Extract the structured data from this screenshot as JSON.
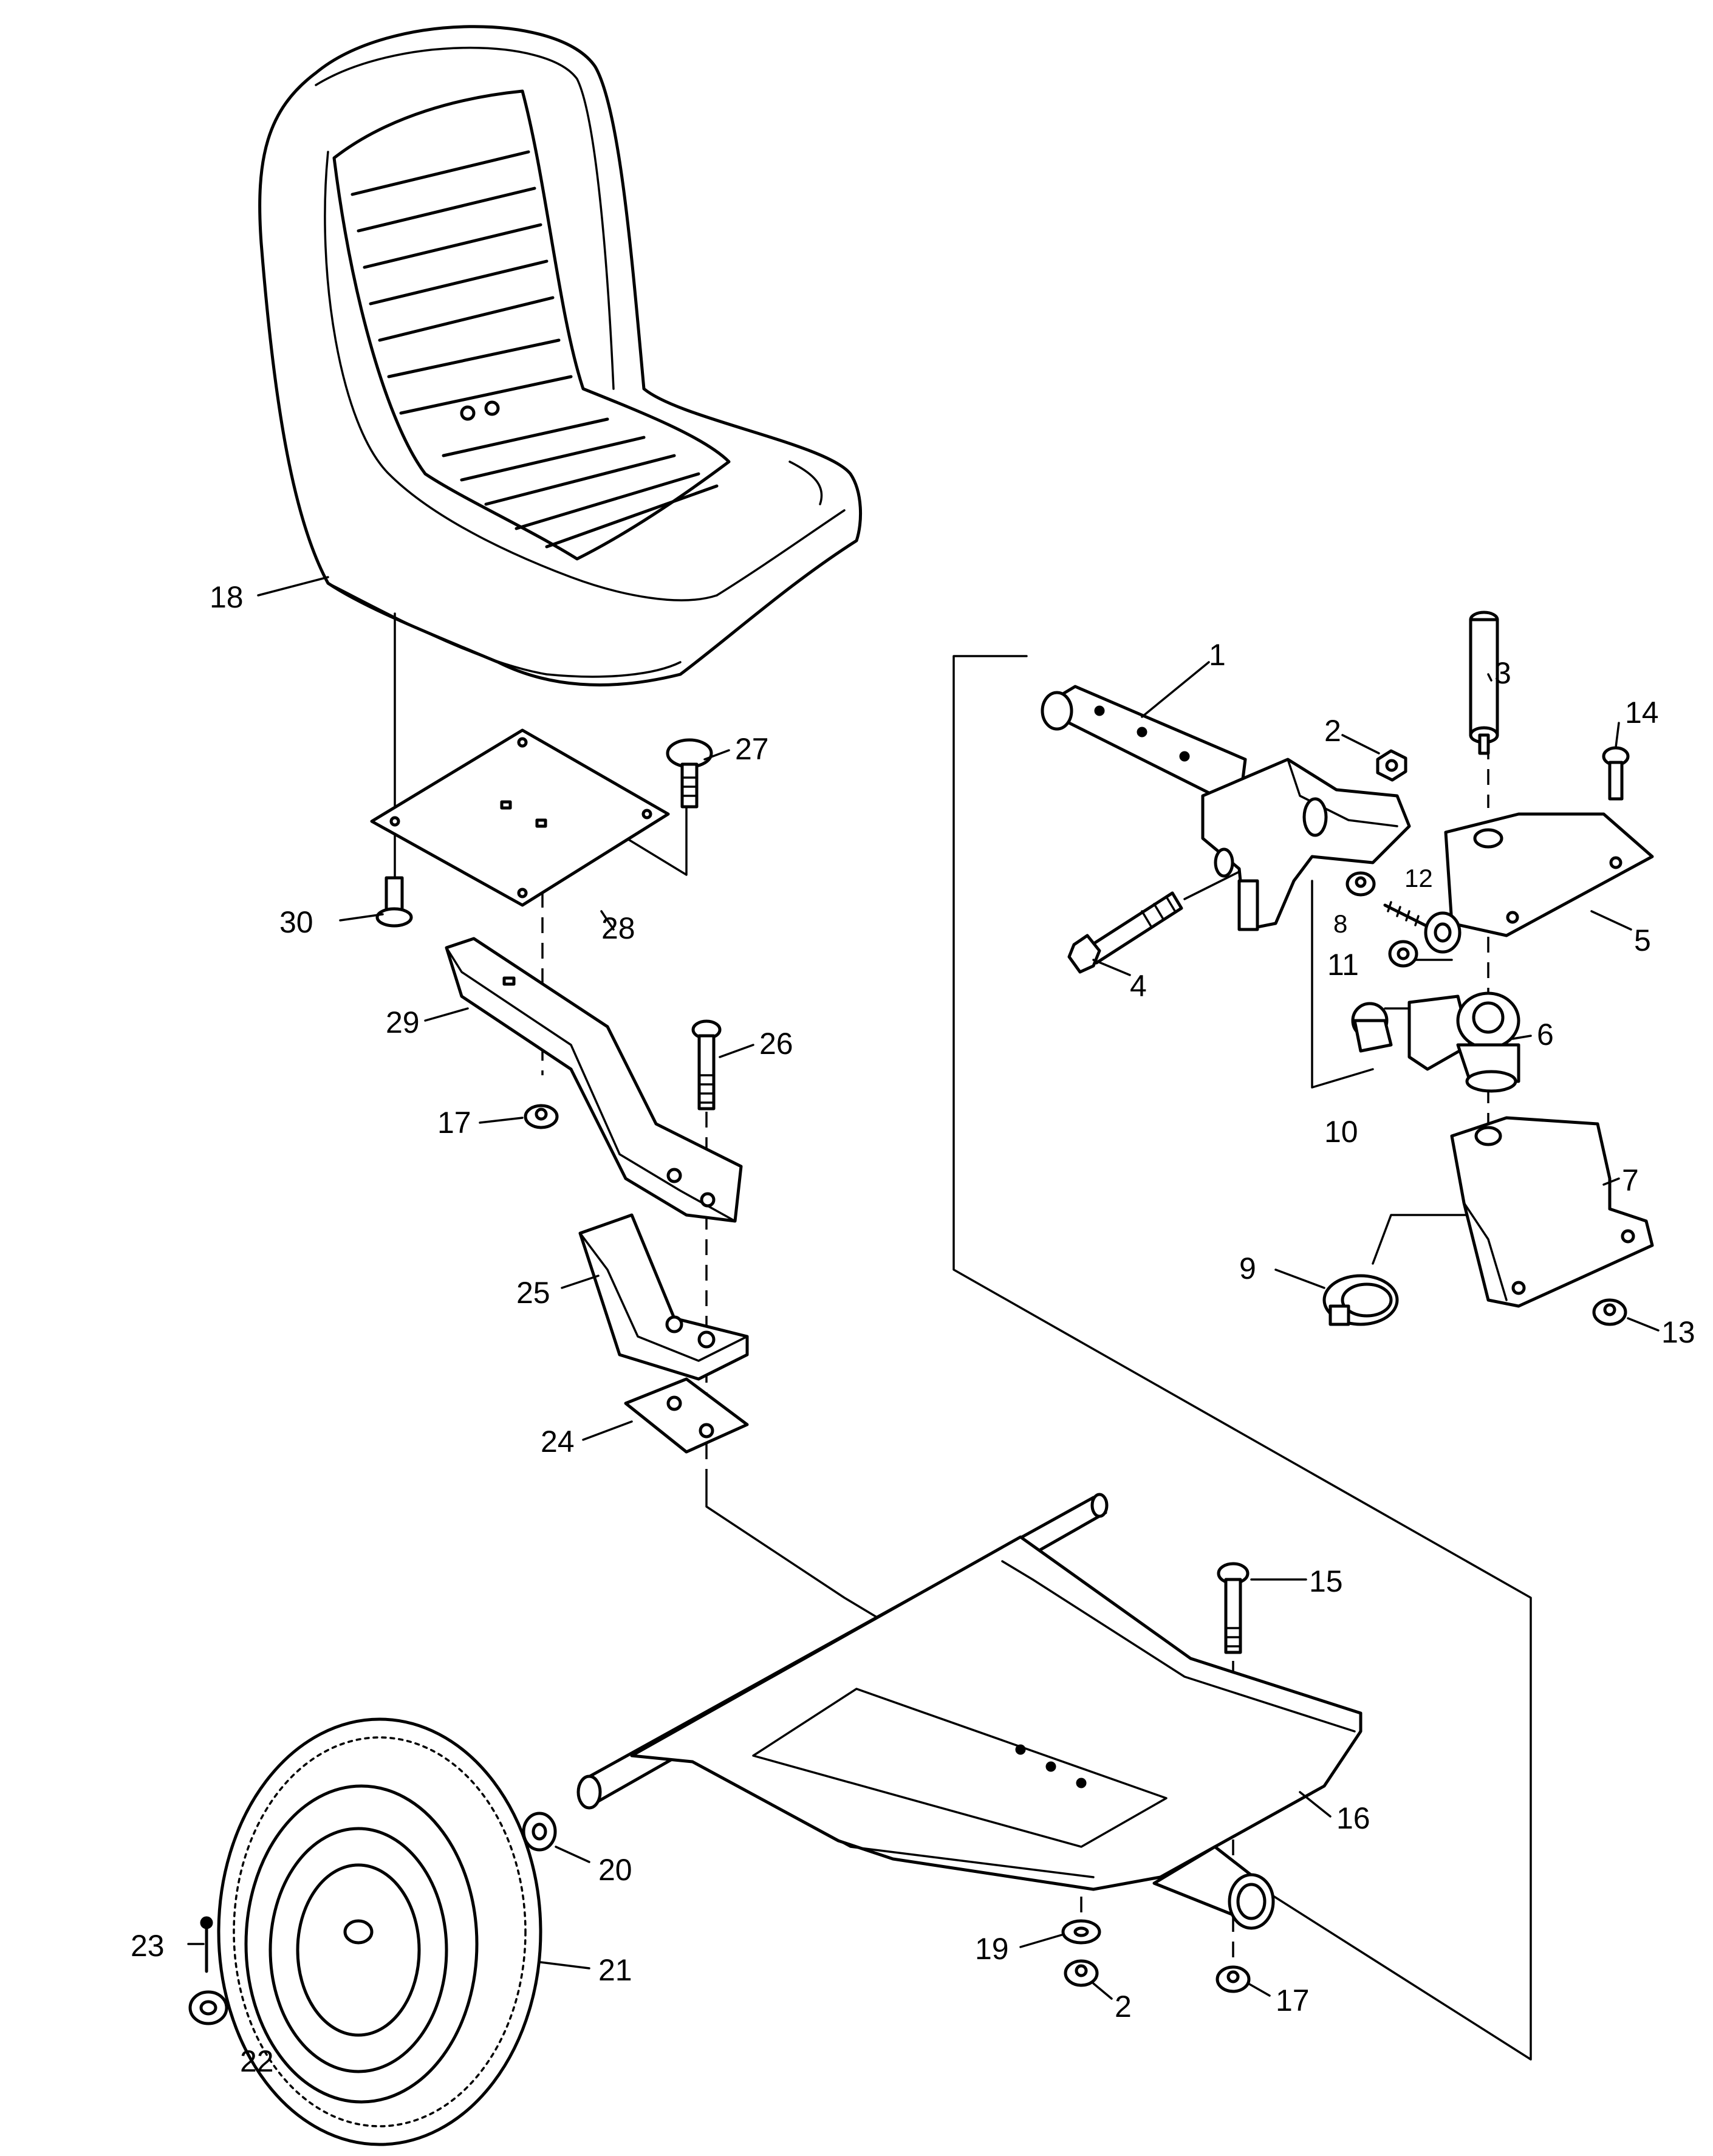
{
  "labels": {
    "p1": "1",
    "p2a": "2",
    "p2b": "2",
    "p3": "3",
    "p4": "4",
    "p5": "5",
    "p6": "6",
    "p7": "7",
    "p8": "8",
    "p9": "9",
    "p10": "10",
    "p11": "11",
    "p12": "12",
    "p13": "13",
    "p14": "14",
    "p15": "15",
    "p16": "16",
    "p17a": "17",
    "p17b": "17",
    "p18": "18",
    "p19": "19",
    "p20": "20",
    "p21": "21",
    "p22": "22",
    "p23": "23",
    "p24": "24",
    "p25": "25",
    "p26": "26",
    "p27": "27",
    "p28": "28",
    "p29": "29",
    "p30": "30"
  },
  "colors": {
    "line": "#000000",
    "background": "#ffffff"
  }
}
